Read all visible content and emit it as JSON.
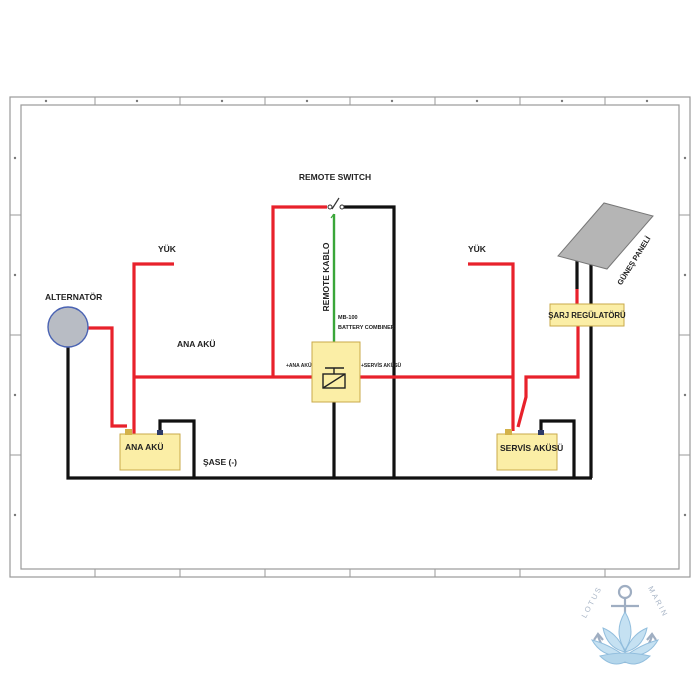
{
  "colors": {
    "positive_wire": "#e8212b",
    "negative_wire": "#111111",
    "signal_wire": "#3aa639",
    "box_fill": "#fbeea6",
    "box_stroke": "#c9a94a",
    "alternator_fill": "#b8bcc4",
    "panel_fill": "#b5b5b5",
    "frame_stroke": "#9a9a9a"
  },
  "labels": {
    "remote_switch": "REMOTE SWITCH",
    "remote_cable": "REMOTE KABLO",
    "combiner_model": "MB-100",
    "combiner_name": "BATTERY COMBINER",
    "combiner_main_terminal": "+ANA AKÜ",
    "combiner_service_terminal": "+SERVİS AKÜSÜ",
    "load_left": "YÜK",
    "load_right": "YÜK",
    "alternator": "ALTERNATÖR",
    "main_battery_bus": "ANA AKÜ",
    "main_battery": "ANA AKÜ",
    "ground": "ŞASE (-)",
    "service_battery": "SERVİS AKÜSÜ",
    "solar_panel": "GÜNEŞ PANELİ",
    "charge_regulator": "ŞARJ REGÜLATÖRÜ"
  },
  "watermark": {
    "word_left": "LOTUS",
    "word_right": "MARIN"
  }
}
